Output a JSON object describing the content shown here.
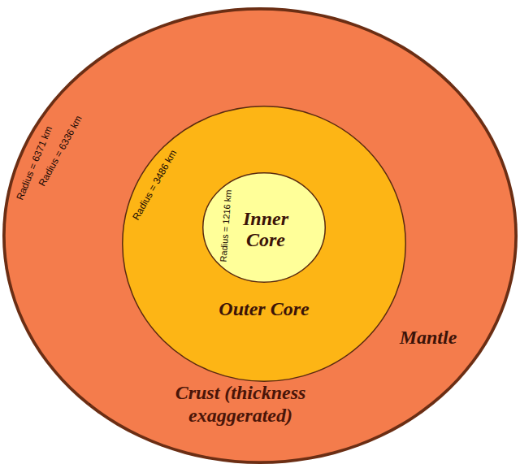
{
  "diagram": {
    "nodes": [
      {
        "text": [
          "Mantle"
        ]
      },
      {
        "text": [
          "Outer Core"
        ],
        "in": 0
      },
      {
        "text": [
          "Inner Core"
        ],
        "in": 1
      }
    ],
    "labels": [
      "Radius = 6371 km",
      "Radius = 6336 km",
      "Radius = 3486 km",
      "Radius = 1216 km",
      "Crust (thickness exaggerated)"
    ]
  }
}
